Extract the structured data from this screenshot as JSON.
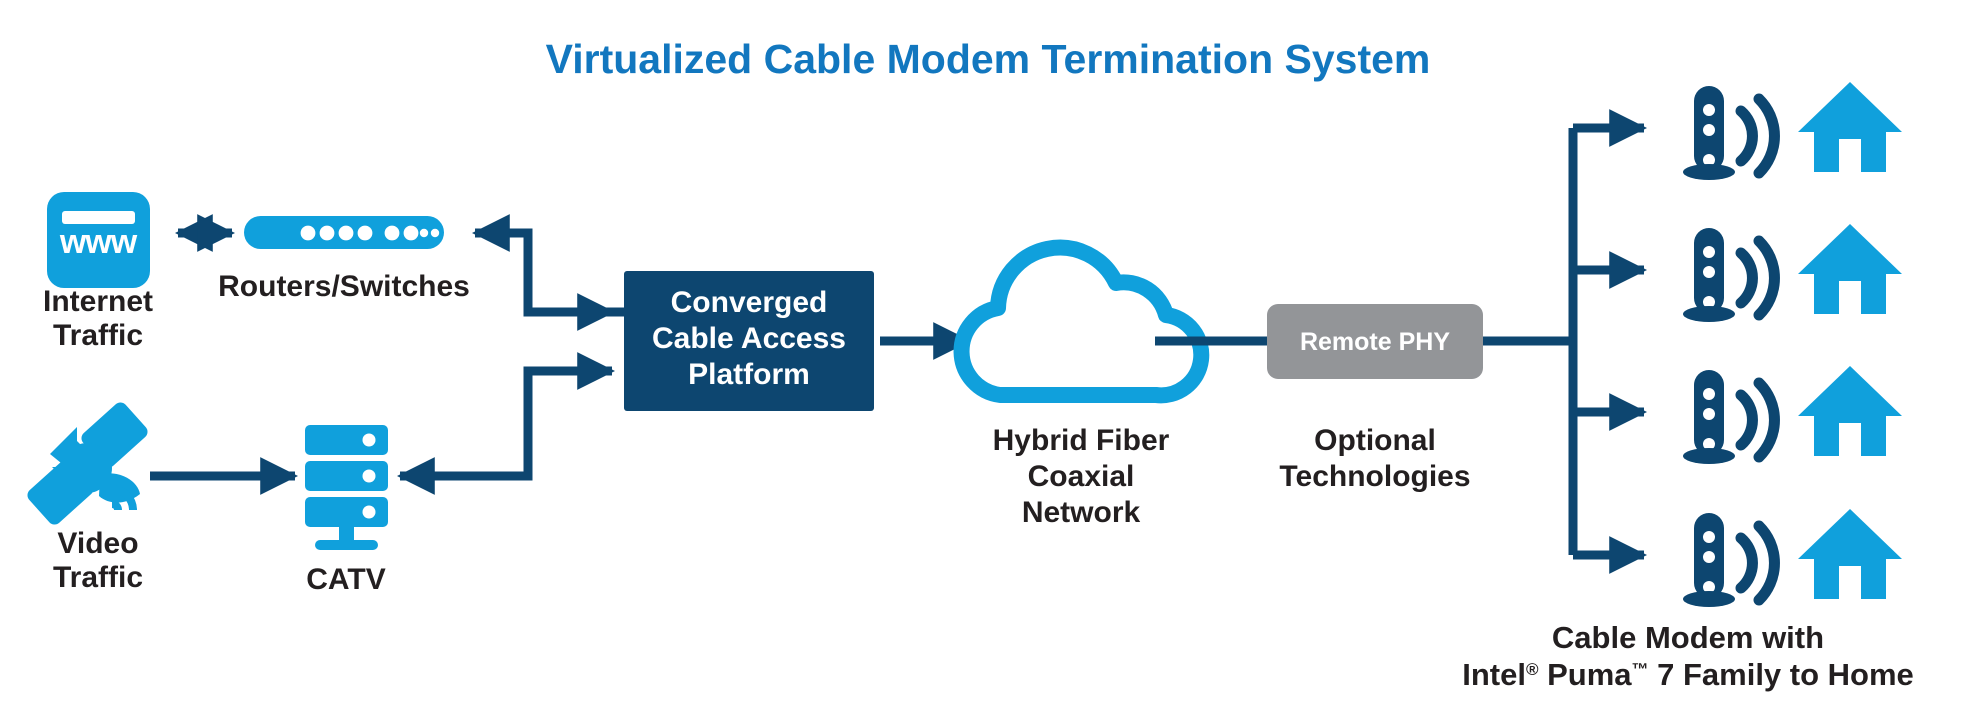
{
  "title": "Virtualized Cable Modem Termination System",
  "colors": {
    "title_blue": "#1277bf",
    "accent_cyan": "#10a0dc",
    "navy": "#0d4670",
    "gray": "#939598",
    "text_dark": "#231f20",
    "white": "#ffffff",
    "background": "#ffffff"
  },
  "nodes": {
    "internet": {
      "icon": "www-browser-icon",
      "badge_text": "www",
      "label_line1": "Internet",
      "label_line2": "Traffic"
    },
    "routers": {
      "icon": "router-switch-icon",
      "label": "Routers/Switches"
    },
    "video": {
      "icon": "satellite-icon",
      "label_line1": "Video",
      "label_line2": "Traffic"
    },
    "catv": {
      "icon": "server-rack-icon",
      "label": "CATV"
    },
    "ccap": {
      "label_line1": "Converged",
      "label_line2": "Cable Access",
      "label_line3": "Platform",
      "fill": "#0d4670"
    },
    "hfc": {
      "icon": "cloud-icon",
      "label_line1": "Hybrid Fiber",
      "label_line2": "Coaxial",
      "label_line3": "Network"
    },
    "remote_phy": {
      "box_label": "Remote PHY",
      "fill": "#939598",
      "label_line1": "Optional",
      "label_line2": "Technologies"
    },
    "homes": {
      "modem_icon": "cable-modem-icon",
      "wifi_icon": "wifi-waves-icon",
      "house_icon": "house-icon",
      "count": 4,
      "caption_line1": "Cable Modem with",
      "caption_line2_parts": {
        "a": "Intel",
        "sup1": "®",
        "b": " Puma",
        "sup2": "™",
        "c": " 7 Family to Home"
      }
    }
  },
  "connections": [
    {
      "name": "internet-to-routers",
      "type": "double-arrow"
    },
    {
      "name": "routers-to-ccap",
      "type": "elbow-arrow"
    },
    {
      "name": "ccap-to-catv",
      "type": "elbow-arrow"
    },
    {
      "name": "video-to-catv",
      "type": "arrow"
    },
    {
      "name": "ccap-to-hfc",
      "type": "arrow"
    },
    {
      "name": "hfc-to-remote-phy",
      "type": "line"
    },
    {
      "name": "remote-phy-to-homes",
      "type": "tree-arrows"
    }
  ]
}
